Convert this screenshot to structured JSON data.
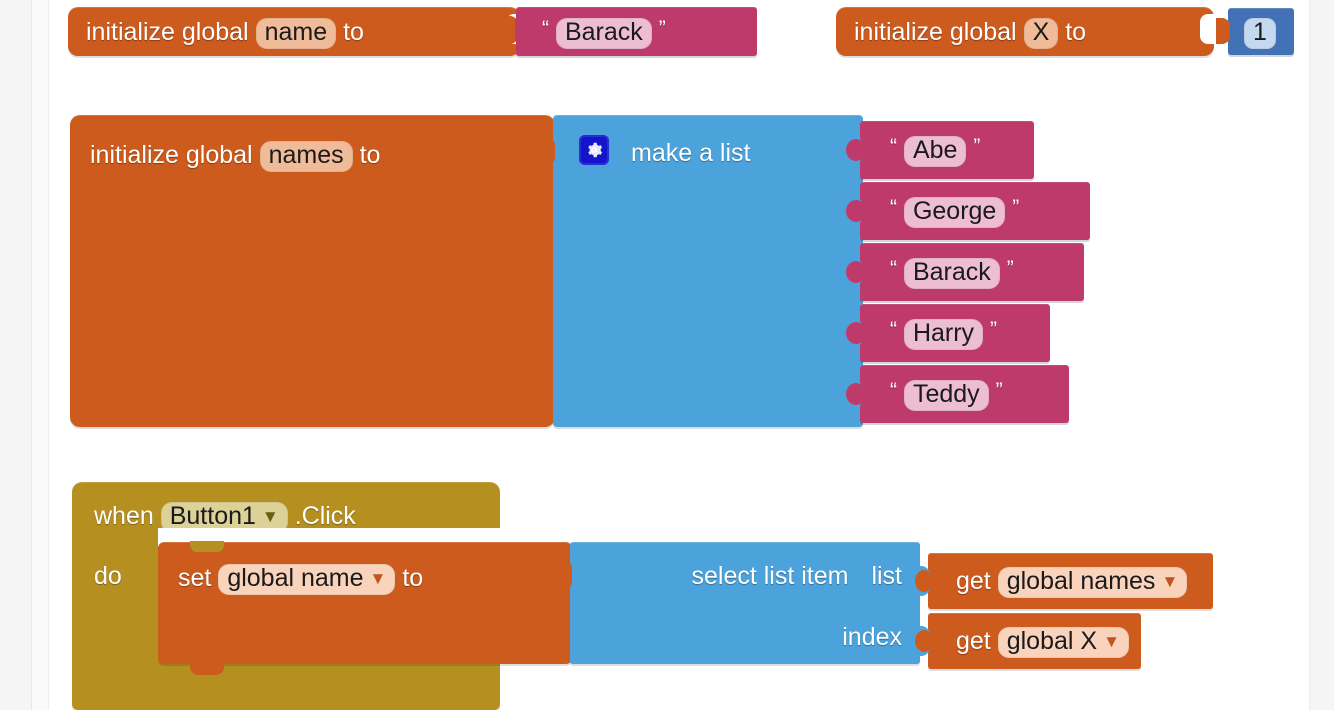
{
  "app": {
    "name": "MIT App Inventor Blocks Editor",
    "canvas_background": "#ffffff",
    "colors": {
      "variable_orange": "#cc5b1d",
      "list_blue": "#4ca3dc",
      "text_magenta": "#be3a6b",
      "event_olive": "#b59021",
      "math_blue": "#4371b6"
    }
  },
  "blocks": {
    "init_name": {
      "keyword": "initialize global",
      "variable": "name",
      "to": "to",
      "value_block": {
        "type": "text",
        "open_quote": "“",
        "value": "Barack",
        "close_quote": "”"
      }
    },
    "init_x": {
      "keyword": "initialize global",
      "variable": "X",
      "to": "to",
      "value_block": {
        "type": "number",
        "value": "1"
      }
    },
    "init_names": {
      "keyword": "initialize global",
      "variable": "names",
      "to": "to",
      "value_block": {
        "type": "make-a-list",
        "mutator_icon": "gear-icon",
        "label": "make a list",
        "items": [
          {
            "open_quote": "“",
            "value": "Abe",
            "close_quote": "”"
          },
          {
            "open_quote": "“",
            "value": "George",
            "close_quote": "”"
          },
          {
            "open_quote": "“",
            "value": "Barack",
            "close_quote": "”"
          },
          {
            "open_quote": "“",
            "value": "Harry",
            "close_quote": "”"
          },
          {
            "open_quote": "“",
            "value": "Teddy",
            "close_quote": "”"
          }
        ]
      }
    },
    "when_click": {
      "when": "when",
      "component": "Button1",
      "event": ".Click",
      "do": "do",
      "body": {
        "set": "set",
        "target": "global name",
        "to": "to",
        "value_block": {
          "label": "select list item",
          "arg1_label": "list",
          "arg2_label": "index",
          "arg1_value": {
            "get": "get",
            "variable": "global names"
          },
          "arg2_value": {
            "get": "get",
            "variable": "global X"
          }
        }
      }
    }
  }
}
